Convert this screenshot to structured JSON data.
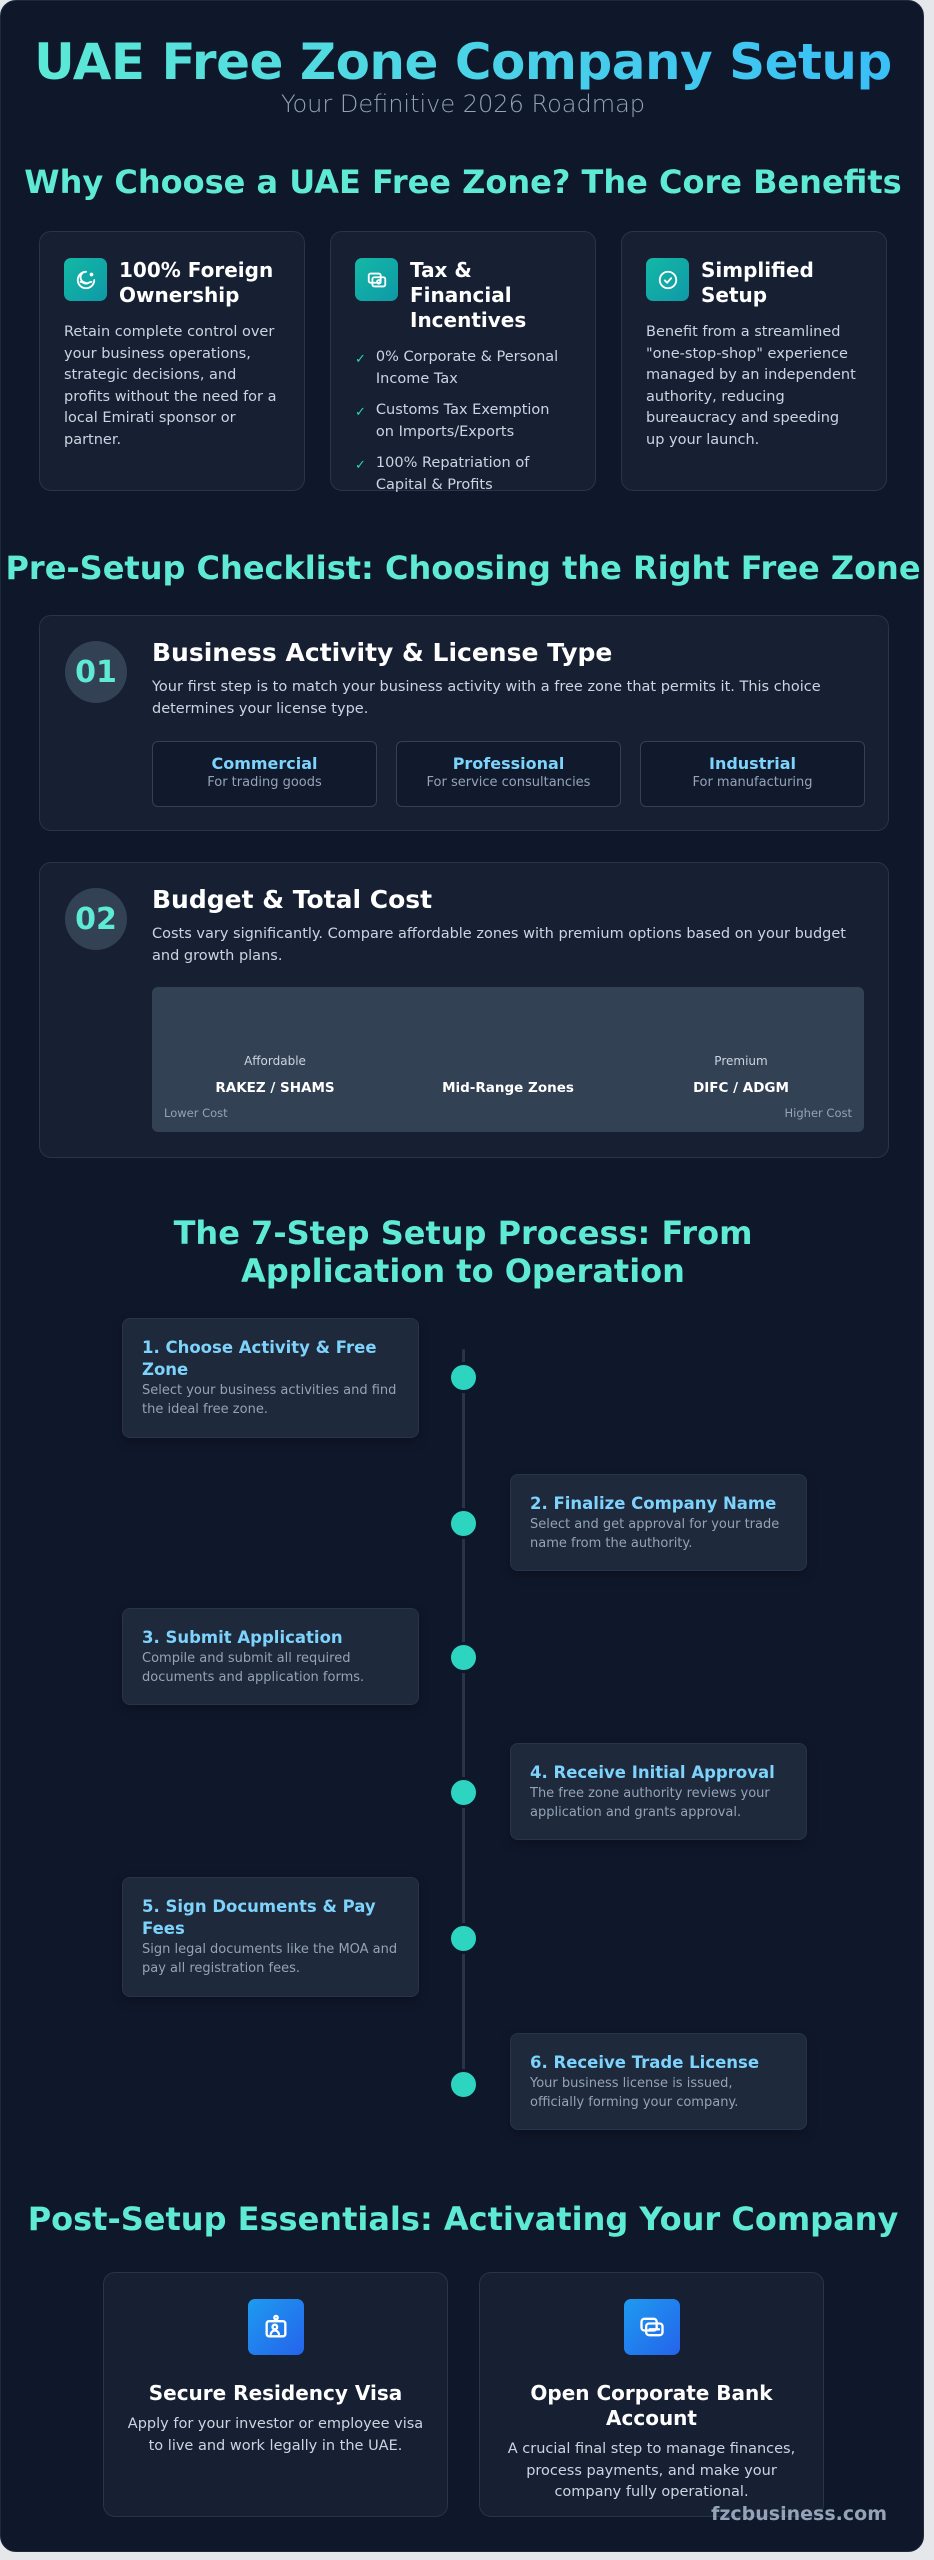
{
  "header": {
    "title": "UAE Free Zone Company Setup",
    "subtitle": "Your Definitive 2026 Roadmap"
  },
  "benefits": {
    "section_title": "Why Choose a UAE Free Zone? The Core Benefits",
    "cards": [
      {
        "icon": "pie-chart-icon",
        "title": "100% Foreign Ownership",
        "body": "Retain complete control over your business operations, strategic decisions, and profits without the need for a local Emirati sponsor or partner."
      },
      {
        "icon": "money-stack-icon",
        "title": "Tax & Financial Incentives",
        "items": [
          "0% Corporate & Personal Income Tax",
          "Customs Tax Exemption on Imports/Exports",
          "100% Repatriation of Capital & Profits"
        ],
        "check_glyph": "✓"
      },
      {
        "icon": "check-circle-icon",
        "title": "Simplified Setup",
        "body": "Benefit from a streamlined \"one-stop-shop\" experience managed by an independent authority, reducing bureaucracy and speeding up your launch."
      }
    ]
  },
  "checklist": {
    "section_title": "Pre-Setup Checklist: Choosing the Right Free Zone",
    "items": [
      {
        "number": "01",
        "title": "Business Activity & License Type",
        "description": "Your first step is to match your business activity with a free zone that permits it. This choice determines your license type.",
        "license_types": [
          {
            "name": "Commercial",
            "description": "For trading goods"
          },
          {
            "name": "Professional",
            "description": "For service consultancies"
          },
          {
            "name": "Industrial",
            "description": "For manufacturing"
          }
        ]
      },
      {
        "number": "02",
        "title": "Budget & Total Cost",
        "description": "Costs vary significantly. Compare affordable zones with premium options based on your budget and growth plans.",
        "cost_scale": {
          "tiers": [
            {
              "tier": "Affordable",
              "zones": "RAKEZ / SHAMS"
            },
            {
              "tier": "",
              "zones": "Mid-Range Zones"
            },
            {
              "tier": "Premium",
              "zones": "DIFC / ADGM"
            }
          ],
          "low_label": "Lower Cost",
          "high_label": "Higher Cost"
        }
      }
    ]
  },
  "process": {
    "section_title": "The 7-Step Setup Process: From Application to Operation",
    "steps": [
      {
        "title": "1. Choose Activity & Free Zone",
        "description": "Select your business activities and find the ideal free zone."
      },
      {
        "title": "2. Finalize Company Name",
        "description": "Select and get approval for your trade name from the authority."
      },
      {
        "title": "3. Submit Application",
        "description": "Compile and submit all required documents and application forms."
      },
      {
        "title": "4. Receive Initial Approval",
        "description": "The free zone authority reviews your application and grants approval."
      },
      {
        "title": "5. Sign Documents & Pay Fees",
        "description": "Sign legal documents like the MOA and pay all registration fees."
      },
      {
        "title": "6. Receive Trade License",
        "description": "Your business license is issued, officially forming your company."
      }
    ]
  },
  "post_setup": {
    "section_title": "Post-Setup Essentials: Activating Your Company",
    "cards": [
      {
        "icon": "id-badge-icon",
        "title": "Secure Residency Visa",
        "description": "Apply for your investor or employee visa to live and work legally in the UAE."
      },
      {
        "icon": "bank-cards-icon",
        "title": "Open Corporate Bank Account",
        "description": "A crucial final step to manage finances, process payments, and make your company fully operational."
      }
    ]
  },
  "footer": {
    "brand": "fzcbusiness.com"
  },
  "colors": {
    "background": "#0f172a",
    "card": "#172033",
    "accent_teal": "#5eead4",
    "accent_sky": "#38bdf8",
    "step_title": "#7dd3fc",
    "timeline_dot": "#2dd4bf",
    "icon_teal": "#14b8a6",
    "icon_blue": "#2563eb"
  }
}
